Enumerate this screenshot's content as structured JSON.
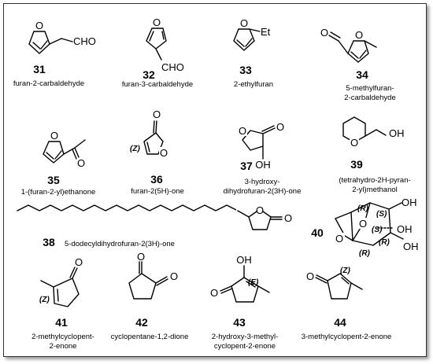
{
  "compounds": [
    {
      "number": "31",
      "name": "furan-2-carbaldehyde",
      "groups": [
        "CHO"
      ]
    },
    {
      "number": "32",
      "name": "furan-3-carbaldehyde",
      "groups": [
        "CHO"
      ]
    },
    {
      "number": "33",
      "name": "2-ethylfuran",
      "groups": [
        "Et"
      ]
    },
    {
      "number": "34",
      "name_lines": [
        "5-methylfuran-",
        "2-carbaldehyde"
      ]
    },
    {
      "number": "35",
      "name": "1-(furan-2-yl)ethanone"
    },
    {
      "number": "36",
      "name": "furan-2(5H)-one",
      "stereo": "(Z)"
    },
    {
      "number": "37",
      "name_lines": [
        "3-hydroxy-",
        "dihydrofuran-2(3H)-one"
      ],
      "groups": [
        "OH"
      ]
    },
    {
      "number": "38",
      "name": "5-dodecyldihydrofuran-2(3H)-one"
    },
    {
      "number": "39",
      "name_lines": [
        "(tetrahydro-2H-pyran-",
        "2-yl)methanol"
      ],
      "groups": [
        "OH"
      ]
    },
    {
      "number": "40",
      "stereo": [
        "(R)",
        "(S)",
        "(S)",
        "(R)",
        "(R)"
      ],
      "groups": [
        "OH",
        "OH",
        "OH"
      ]
    },
    {
      "number": "41",
      "name_lines": [
        "2-methylcyclopent-",
        "2-enone"
      ],
      "stereo": "(Z)"
    },
    {
      "number": "42",
      "name": "cyclopentane-1,2-dione"
    },
    {
      "number": "43",
      "name_lines": [
        "2-hydroxy-3-methyl-",
        "cyclopent-2-enone"
      ],
      "stereo": "(E)",
      "groups": [
        "OH"
      ]
    },
    {
      "number": "44",
      "name": "3-methylcyclopent-2-enone",
      "stereo": "(Z)"
    }
  ],
  "atoms": {
    "oxygen": "O"
  }
}
